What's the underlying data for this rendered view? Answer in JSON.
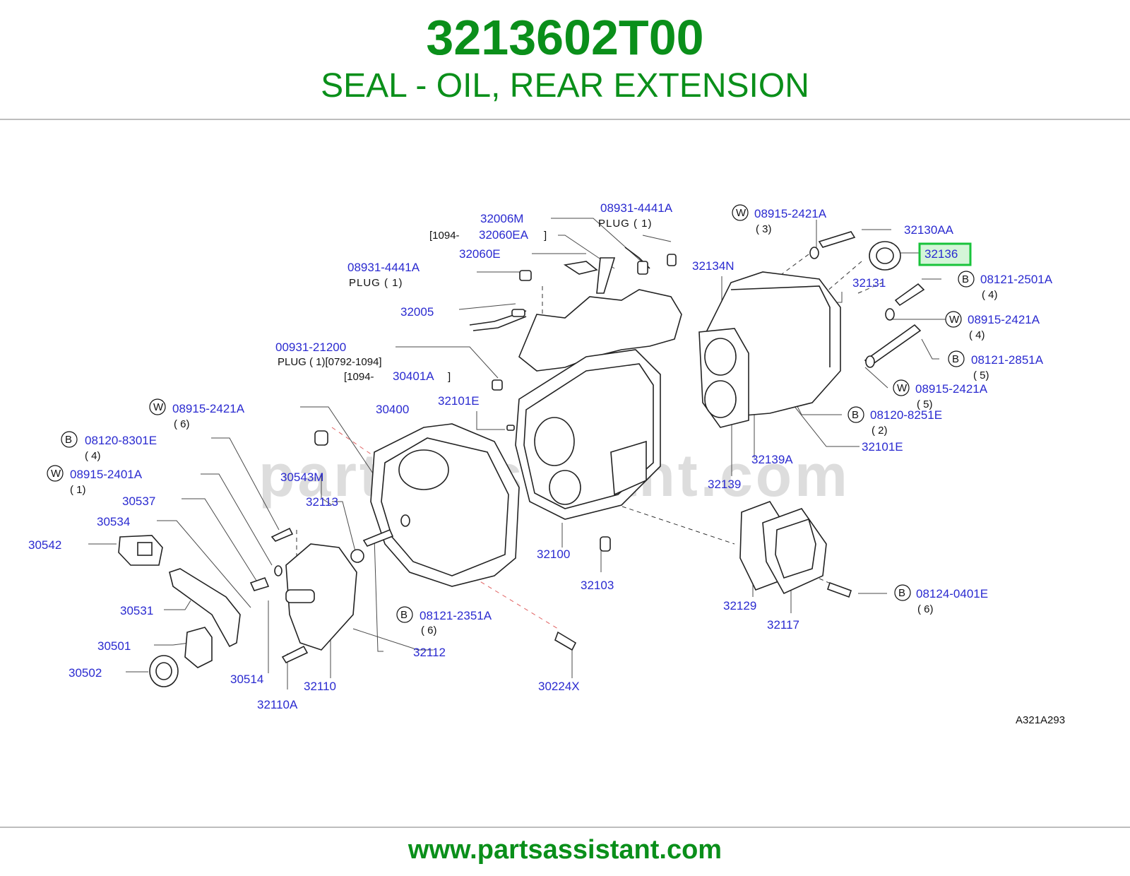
{
  "header": {
    "part_number": "3213602T00",
    "part_description": "SEAL - OIL, REAR EXTENSION"
  },
  "footer": {
    "url": "www.partsassistant.com"
  },
  "diagram": {
    "watermark": "partsassistant.com",
    "drawing_code": "A321A293",
    "highlighted_part": "32136",
    "labels": {
      "p32006M": "32006M",
      "p1094a": "[1094-",
      "p32060EA": "32060EA",
      "p32060EA_close": "]",
      "p32060E": "32060E",
      "p08931_4441A_top": "08931-4441A",
      "plug1_top": "PLUG ( 1)",
      "p08931_4441A_left": "08931-4441A",
      "plug1_left": "PLUG ( 1)",
      "p32005": "32005",
      "p00931_21200": "00931-21200",
      "plug_00931": "PLUG ( 1)[0792-1094]",
      "p1094b": "[1094-",
      "p30401A": "30401A",
      "p30401A_close": "]",
      "p30400": "30400",
      "p32101E_mid": "32101E",
      "w_top": "W",
      "p08915_2421A_top": "08915-2421A",
      "q3": "( 3)",
      "p32130AA": "32130AA",
      "p32136": "32136",
      "p32134N": "32134N",
      "p32131": "32131",
      "b_2501": "B",
      "p08121_2501A": "08121-2501A",
      "q4_2501": "( 4)",
      "w_right1": "W",
      "p08915_2421A_r1": "08915-2421A",
      "q4_r1": "( 4)",
      "b_2851": "B",
      "p08121_2851A": "08121-2851A",
      "q5_2851": "( 5)",
      "w_right2": "W",
      "p08915_2421A_r2": "08915-2421A",
      "q5_r2": "( 5)",
      "b_8251": "B",
      "p08120_8251E": "08120-8251E",
      "q2_8251": "( 2)",
      "p32101E_right": "32101E",
      "p32139A": "32139A",
      "p32139": "32139",
      "w_left1": "W",
      "p08915_2421A_l": "08915-2421A",
      "q6_l": "( 6)",
      "b_8301": "B",
      "p08120_8301E": "08120-8301E",
      "q4_8301": "( 4)",
      "w_left2": "W",
      "p08915_2401A": "08915-2401A",
      "q1_2401": "( 1)",
      "p30543M": "30543M",
      "p30537": "30537",
      "p30534": "30534",
      "p30542": "30542",
      "p32113": "32113",
      "p30531": "30531",
      "p30501": "30501",
      "p30502": "30502",
      "p30514": "30514",
      "p32110": "32110",
      "p32110A": "32110A",
      "p32112": "32112",
      "b_2351": "B",
      "p08121_2351A": "08121-2351A",
      "q6_2351": "( 6)",
      "p30224X": "30224X",
      "p32100": "32100",
      "p32103": "32103",
      "p32129": "32129",
      "p32117": "32117",
      "b_0401": "B",
      "p08124_0401E": "08124-0401E",
      "q6_0401": "( 6)"
    }
  },
  "colors": {
    "title_green": "#0a8f1a",
    "label_blue": "#2a2ad0",
    "highlight_green": "#19c33b",
    "highlight_fill": "#d4f5d8",
    "line_gray": "#555555",
    "watermark_gray": "#d9d9d9"
  }
}
